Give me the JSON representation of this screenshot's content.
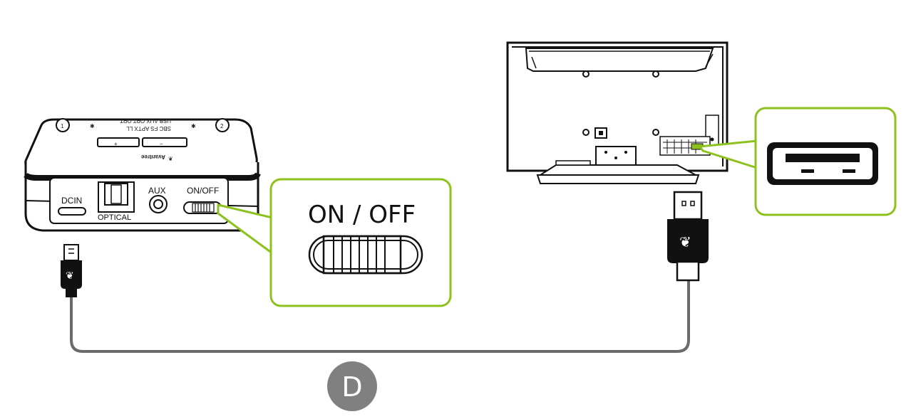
{
  "device": {
    "port_labels": {
      "dcin": "DCIN",
      "optical": "OPTICAL",
      "aux": "AUX",
      "onoff": "ON/OFF"
    },
    "top_text": {
      "brand": "Avantree",
      "modes_row1": "SBC  FS  APTX  LL",
      "modes_row2": "USB  AUX  OPT  OPT",
      "tx_1": "1",
      "tx_2": "2",
      "plus": "+",
      "minus": "−"
    }
  },
  "callout_switch": {
    "title": "ON / OFF"
  },
  "step": {
    "label": "D",
    "color": "#808080"
  },
  "colors": {
    "callout_border": "#8dc11e",
    "cable": "#6b6b6b",
    "outline": "#111111"
  },
  "icons": [
    "lotus-logo-icon",
    "micro-usb-plug-icon",
    "usb-a-plug-icon",
    "usb-port-icon",
    "toggle-switch-icon"
  ]
}
